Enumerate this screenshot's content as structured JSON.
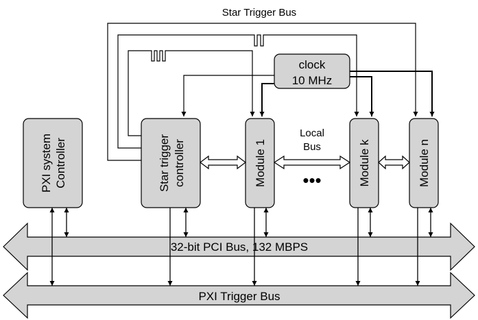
{
  "labels": {
    "star_trigger_bus": "Star Trigger Bus",
    "clock_line1": "clock",
    "clock_line2": "10 MHz",
    "local_bus_line1": "Local",
    "local_bus_line2": "Bus",
    "ellipsis": "•••",
    "pci_bus": "32-bit PCI Bus, 132 MBPS",
    "pxi_trigger_bus": "PXI Trigger Bus"
  },
  "boxes": {
    "pxi_system_controller_line1": "PXI system",
    "pxi_system_controller_line2": "Controller",
    "star_trigger_controller_line1": "Star trigger",
    "star_trigger_controller_line2": "controller",
    "module_1": "Module 1",
    "module_k": "Module k",
    "module_n": "Module n"
  },
  "colors": {
    "box_fill": "#d4d4d4",
    "bus_fill": "#d4d4d4",
    "stroke": "#000000"
  }
}
